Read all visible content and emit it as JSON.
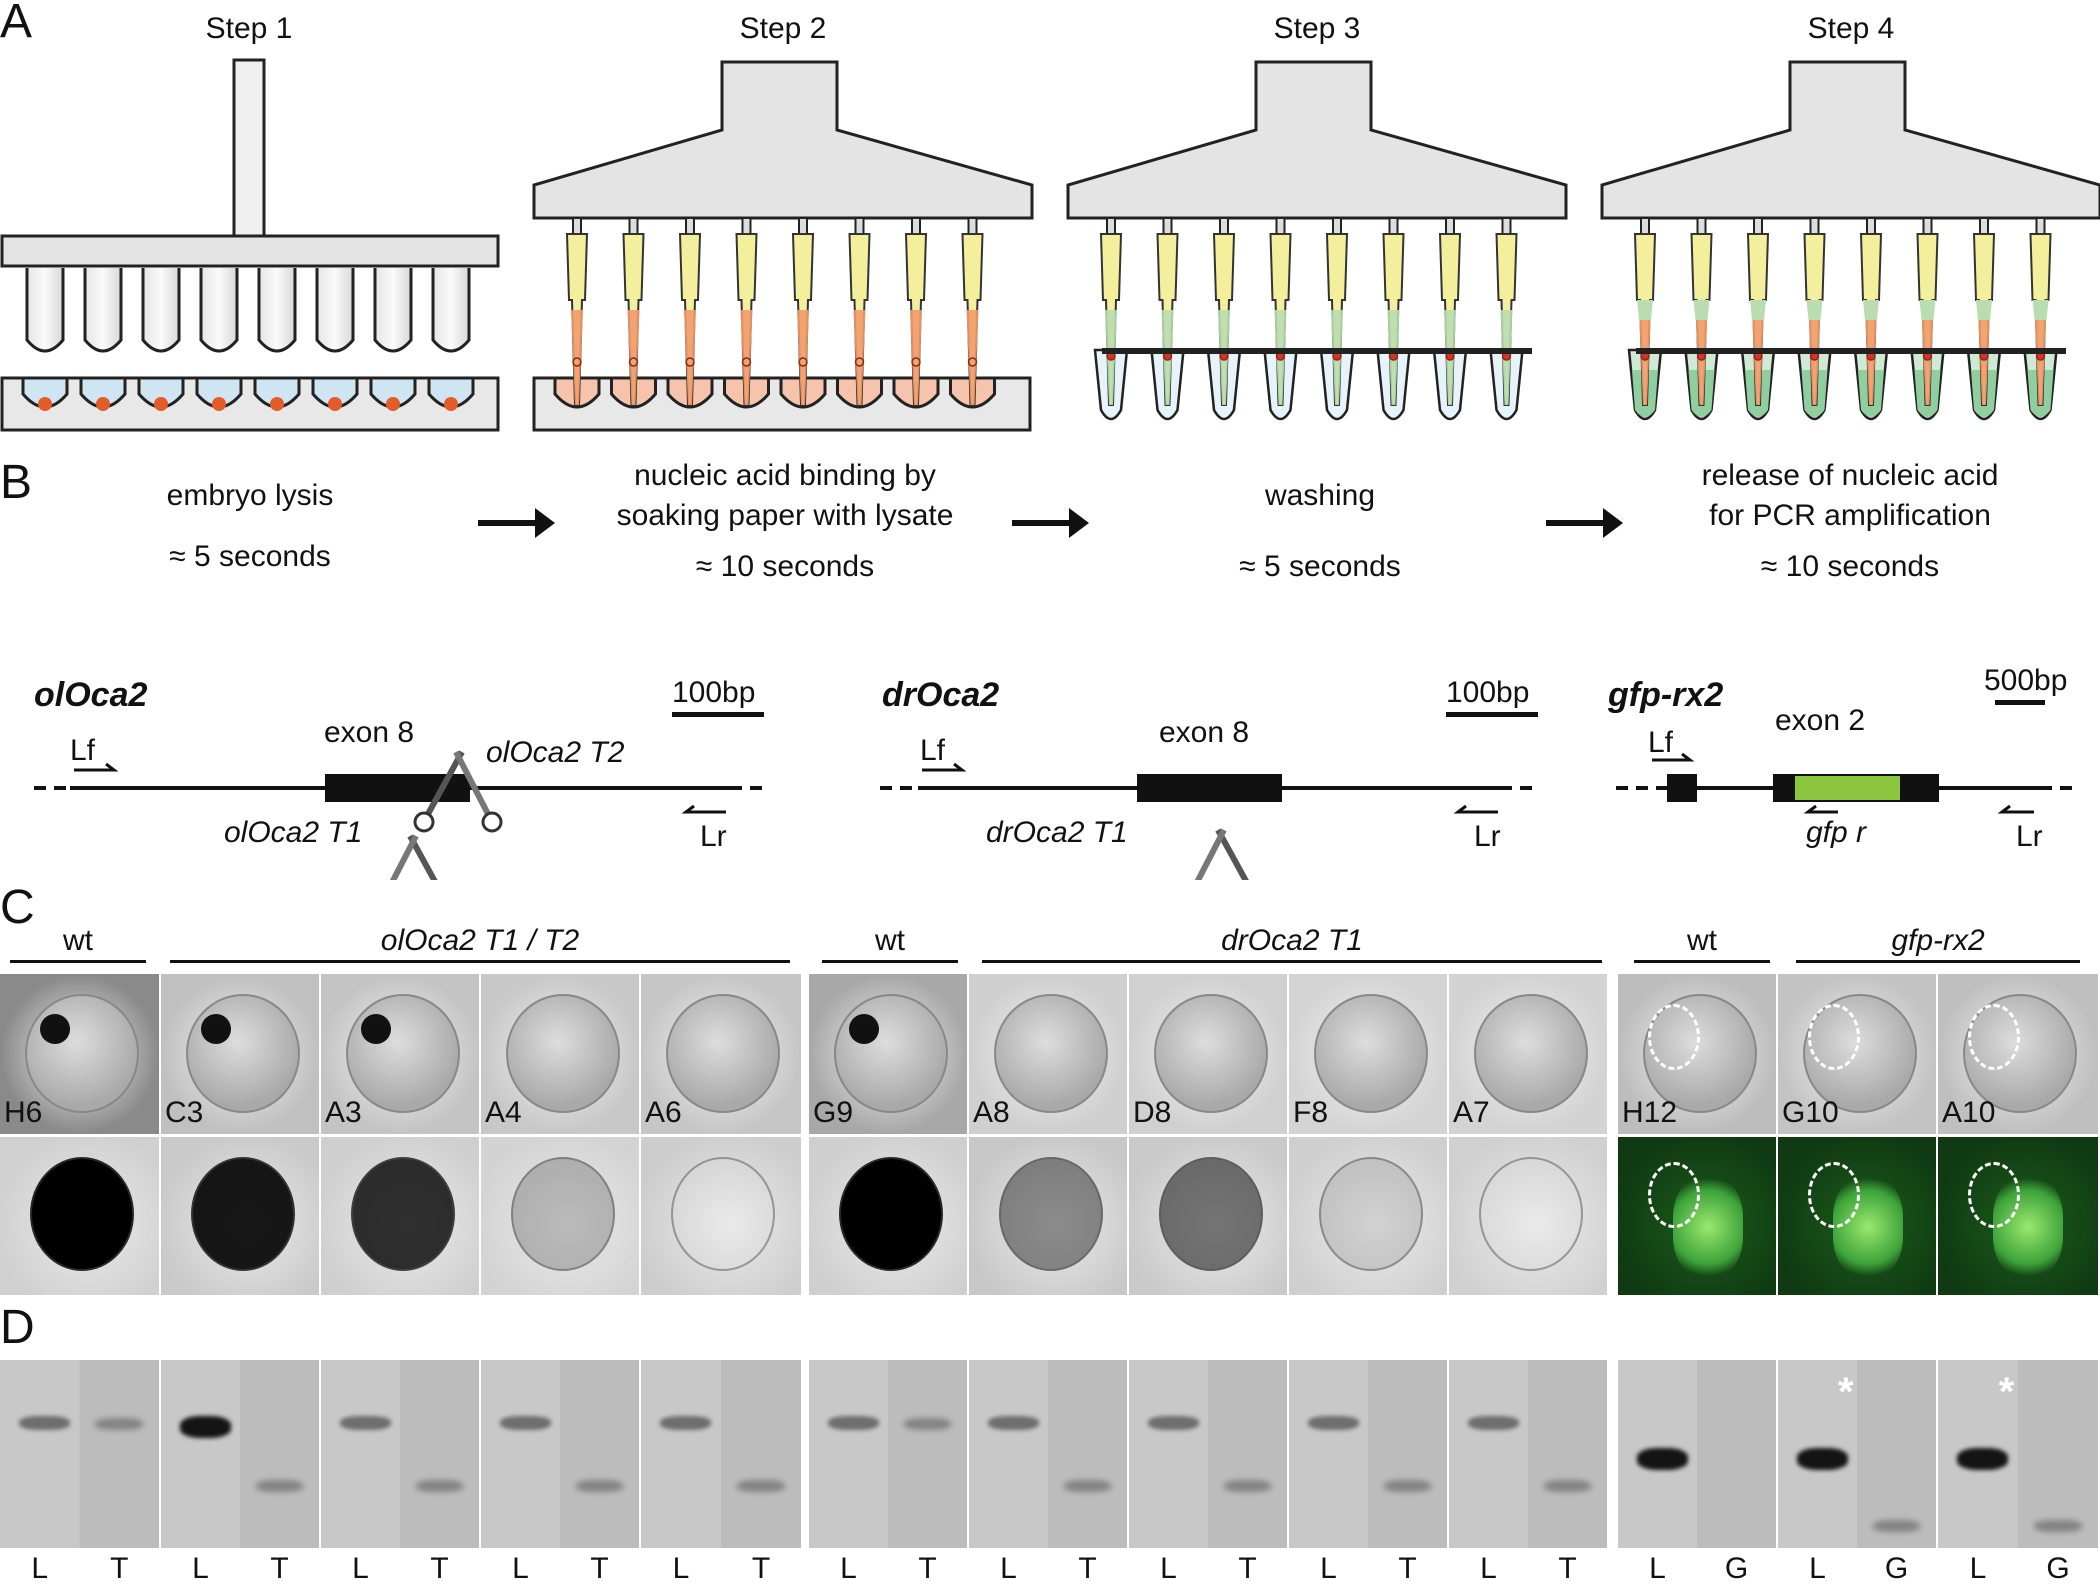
{
  "panels": {
    "a": "A",
    "b": "B",
    "c": "C",
    "d": "D"
  },
  "steps": [
    {
      "title": "Step 1",
      "caption_lines": [
        "embryo lysis"
      ],
      "time": "≈ 5 seconds"
    },
    {
      "title": "Step 2",
      "caption_lines": [
        "nucleic acid binding by",
        "soaking paper with lysate"
      ],
      "time": "≈ 10 seconds"
    },
    {
      "title": "Step 3",
      "caption_lines": [
        "washing"
      ],
      "time": "≈ 5 seconds"
    },
    {
      "title": "Step 4",
      "caption_lines": [
        "release of nucleic acid",
        "for PCR amplification"
      ],
      "time": "≈ 10 seconds"
    }
  ],
  "genes": {
    "olOca2": {
      "title": "olOca2",
      "scale": "100bp",
      "exon": "exon 8",
      "t1": "olOca2 T1",
      "t2": "olOca2 T2",
      "lf": "Lf",
      "lr": "Lr"
    },
    "drOca2": {
      "title": "drOca2",
      "scale": "100bp",
      "exon": "exon 8",
      "t1": "drOca2 T1",
      "lf": "Lf",
      "lr": "Lr"
    },
    "gfprx2": {
      "title": "gfp-rx2",
      "scale": "500bp",
      "exon": "exon 2",
      "gfpr": "gfp r",
      "lf": "Lf",
      "lr": "Lr"
    }
  },
  "groups": [
    {
      "label": "wt"
    },
    {
      "label": "olOca2 T1 / T2"
    },
    {
      "label": "wt"
    },
    {
      "label": "drOca2 T1"
    },
    {
      "label": "wt"
    },
    {
      "label": "gfp-rx2"
    }
  ],
  "cells": [
    "H6",
    "C3",
    "A3",
    "A4",
    "A6",
    "G9",
    "A8",
    "D8",
    "F8",
    "A7",
    "H12",
    "G10",
    "A10"
  ],
  "lanes": [
    "L",
    "T",
    "L",
    "T",
    "L",
    "T",
    "L",
    "T",
    "L",
    "T",
    "L",
    "T",
    "L",
    "T",
    "L",
    "T",
    "L",
    "T",
    "L",
    "T",
    "L",
    "G",
    "L",
    "G",
    "L",
    "G"
  ],
  "asterisk": "*",
  "colors": {
    "tip_yellow": "#f3ef9c",
    "lysate_orange": "#f29a6a",
    "wash_green": "#b9ddb0",
    "gfp_green": "#8cc63f",
    "dark": "#1a1a1a"
  }
}
